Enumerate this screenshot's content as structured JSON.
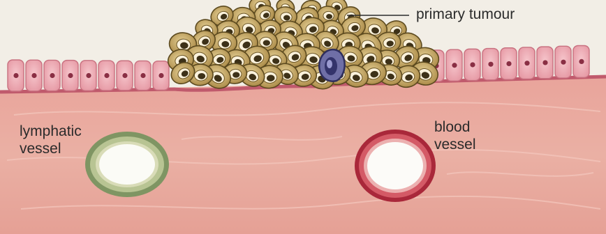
{
  "labels": {
    "primary_tumour": "primary tumour",
    "lymphatic_vessel": [
      "lymphatic",
      "vessel"
    ],
    "blood_vessel": [
      "blood",
      "vessel"
    ]
  },
  "colors": {
    "background": "#f2eee6",
    "tissue": "#e7a79d",
    "epithelium": "#eea8b2",
    "tumour_cell": "#c2a463",
    "invading_cell": "#6f6fa6",
    "lymphatic_wall": "#8fa46a",
    "blood_wall": "#b8323e"
  }
}
